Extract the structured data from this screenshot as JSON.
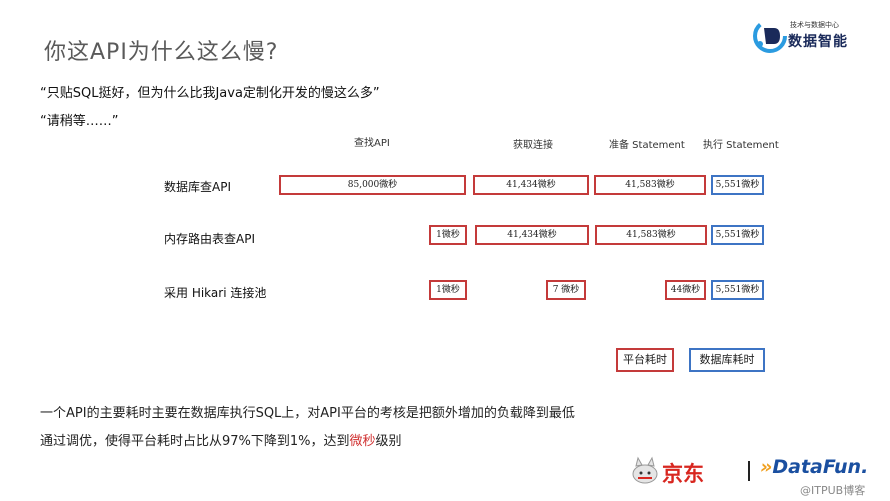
{
  "title": "你这API为什么这么慢?",
  "logo": {
    "subtitle": "技术与数据中心",
    "name": "数据智能"
  },
  "quotes": {
    "line1": "“只贴SQL挺好，但为什么比我Java定制化开发的慢这么多”",
    "line2": "“请稍等……”"
  },
  "columns": [
    "查找API",
    "获取连接",
    "准备 Statement",
    "执行 Statement"
  ],
  "rows": [
    {
      "label": "数据库查API",
      "lookup": "85,000微秒",
      "connect": "41,434微秒",
      "prepare": "41,583微秒",
      "execute": "5,551微秒"
    },
    {
      "label": "内存路由表查API",
      "lookup": "1微秒",
      "connect": "41,434微秒",
      "prepare": "41,583微秒",
      "execute": "5,551微秒"
    },
    {
      "label": "采用 Hikari 连接池",
      "lookup": "1微秒",
      "connect": "7 微秒",
      "prepare": "44微秒",
      "execute": "5,551微秒"
    }
  ],
  "legend": {
    "platform": "平台耗时",
    "database": "数据库耗时"
  },
  "colors": {
    "platform": "#c43a3a",
    "database": "#3d74c4",
    "highlight": "#d03030"
  },
  "conclusion": {
    "line1": "一个API的主要耗时主要在数据库执行SQL上，对API平台的考核是把额外增加的负载降到最低",
    "line2_a": "通过调优，使得平台耗时占比从97%下降到1%，达到",
    "line2_hl": "微秒",
    "line2_b": "级别"
  },
  "footer": {
    "jd": "京东",
    "datafun": "DataFun.",
    "watermark": "@ITPUB博客"
  }
}
